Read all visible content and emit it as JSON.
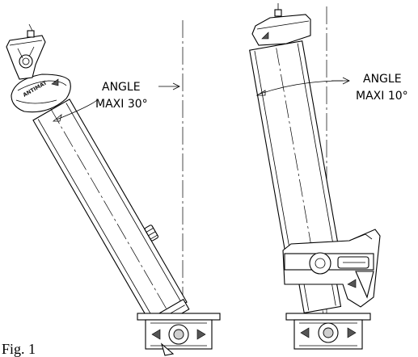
{
  "figure": {
    "caption": "Fig. 1",
    "left_unit": {
      "angle_label_line1": "ANGLE",
      "angle_label_line2": "MAXI 30°",
      "brand_marking": "ANTIMAT",
      "max_angle_deg": 30
    },
    "right_unit": {
      "angle_label_line1": "ANGLE",
      "angle_label_line2": "MAXI 10°",
      "max_angle_deg": 10
    }
  }
}
